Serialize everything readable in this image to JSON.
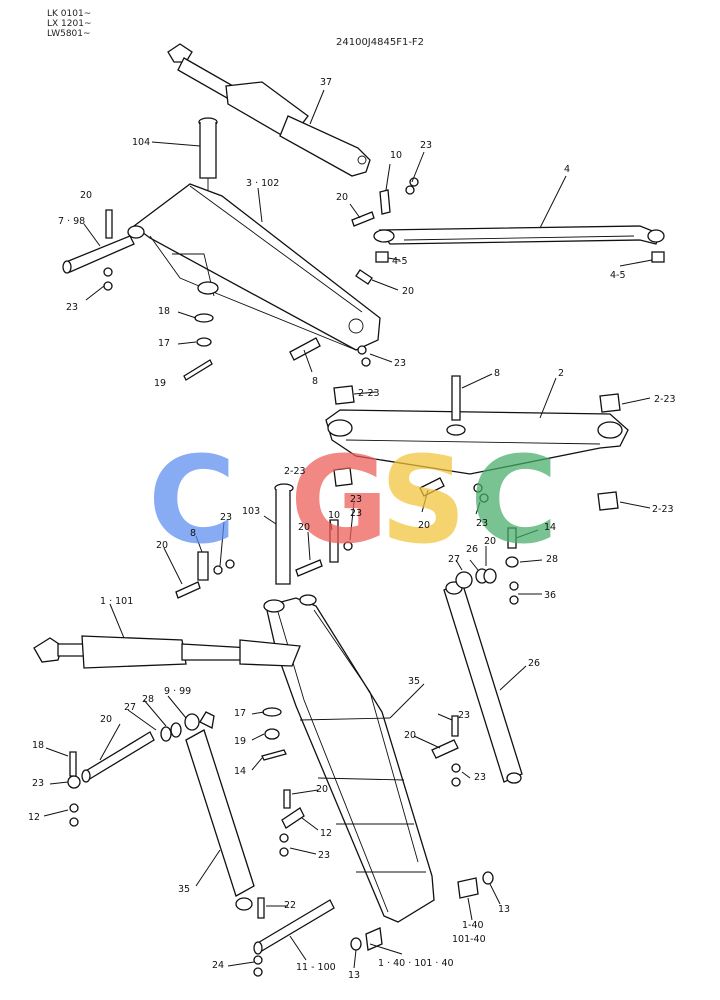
{
  "header": {
    "serials": [
      "LK 0101~",
      "LX 1201~",
      "LW5801~"
    ],
    "drawing_number": "24100J4845F1-F2"
  },
  "watermark": {
    "letters": [
      "C",
      "G",
      "S",
      "C"
    ],
    "colors": [
      "#5b8df0",
      "#ee5b55",
      "#f2c43a",
      "#45ad68"
    ]
  },
  "callouts": [
    "37",
    "104",
    "3 · 102",
    "10",
    "23",
    "4",
    "20",
    "7 · 98",
    "23",
    "20",
    "4-5",
    "4-5",
    "20",
    "18",
    "17",
    "19",
    "8",
    "23",
    "8",
    "2",
    "2-23",
    "2-23",
    "2-23",
    "2-23",
    "23",
    "20",
    "23",
    "103",
    "20",
    "10",
    "23",
    "8",
    "23",
    "20",
    "14",
    "28",
    "27",
    "26",
    "20",
    "23",
    "36",
    "1 · 101",
    "35",
    "26",
    "27",
    "28",
    "9 · 99",
    "20",
    "18",
    "17",
    "19",
    "14",
    "23",
    "12",
    "20",
    "23",
    "20",
    "12",
    "23",
    "35",
    "22",
    "11 - 100",
    "24",
    "13",
    "1 · 40 · 101 · 40",
    "1-40",
    "101-40",
    "13"
  ]
}
